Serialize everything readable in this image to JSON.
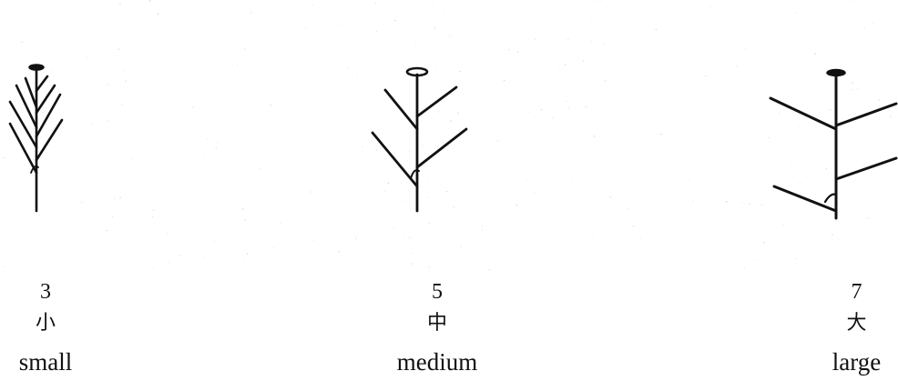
{
  "figures": [
    {
      "id": "small",
      "number": "3",
      "cjk": "小",
      "word": "small"
    },
    {
      "id": "medium",
      "number": "5",
      "cjk": "中",
      "word": "medium"
    },
    {
      "id": "large",
      "number": "7",
      "cjk": "大",
      "word": "large"
    }
  ],
  "colors": {
    "ink": "#111111",
    "background": "#ffffff"
  }
}
